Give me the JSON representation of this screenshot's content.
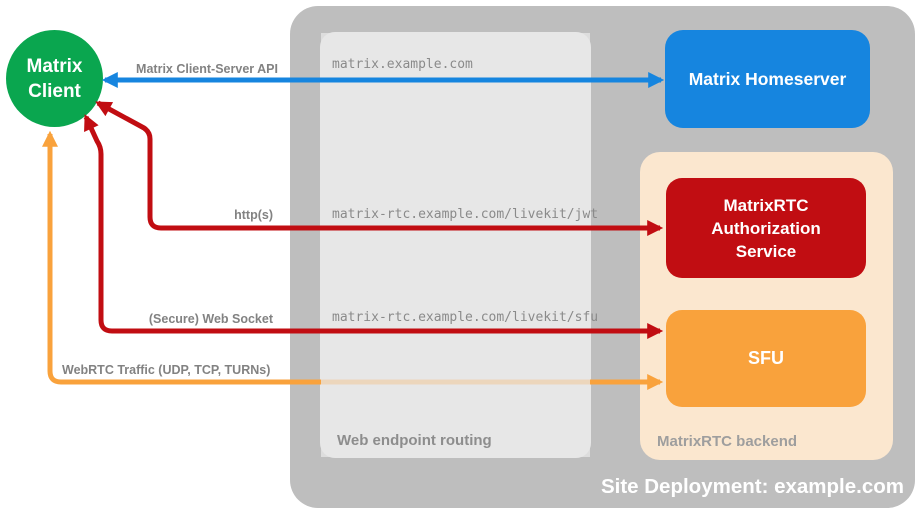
{
  "diagram": {
    "title": "Site Deployment: example.com",
    "client": {
      "line1": "Matrix",
      "line2": "Client",
      "color": "#0aa64f"
    },
    "nodes": {
      "homeserver": {
        "label": "Matrix Homeserver",
        "color": "#1685df"
      },
      "auth_service": {
        "label": "MatrixRTC Authorization Service",
        "color": "#c10d12"
      },
      "sfu": {
        "label": "SFU",
        "color": "#f9a23c"
      }
    },
    "containers": {
      "site_deployment": {
        "label": "Site Deployment: example.com",
        "color": "#bebebe"
      },
      "web_endpoint_routing": {
        "label": "Web endpoint routing",
        "color": "#e7e7e7"
      },
      "matrixrtc_backend": {
        "label": "MatrixRTC backend",
        "color": "#fbe7cf"
      }
    },
    "arrows": [
      {
        "name": "client-server-api",
        "label": "Matrix Client-Server API",
        "endpoint": "matrix.example.com",
        "color": "#1685df",
        "bidirectional": true
      },
      {
        "name": "http",
        "label": "http(s)",
        "endpoint": "matrix-rtc.example.com/livekit/jwt",
        "color": "#c10d12",
        "bidirectional": true
      },
      {
        "name": "websocket",
        "label": "(Secure) Web Socket",
        "endpoint": "matrix-rtc.example.com/livekit/sfu",
        "color": "#c10d12",
        "bidirectional": true
      },
      {
        "name": "webrtc",
        "label": "WebRTC Traffic (UDP, TCP, TURNs)",
        "endpoint": "",
        "color": "#f9a23c",
        "bidirectional": true
      }
    ]
  }
}
